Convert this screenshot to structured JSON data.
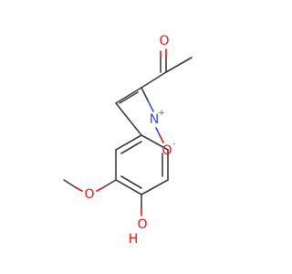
{
  "molecule": {
    "atoms": {
      "ketone_o": {
        "symbol": "O",
        "charge": "",
        "element": "O"
      },
      "nitro_n": {
        "symbol": "N",
        "charge": "+",
        "element": "N"
      },
      "nitro_o_minus": {
        "symbol": "O",
        "charge": "-",
        "element": "O"
      },
      "methoxy_o": {
        "symbol": "O",
        "charge": "",
        "element": "O"
      },
      "hydroxyl_o": {
        "symbol": "O",
        "charge": "",
        "element": "O"
      },
      "hydroxyl_h": {
        "symbol": "H",
        "charge": "",
        "element": "H"
      }
    },
    "colors": {
      "carbon": "#3d3d3d",
      "oxygen": "#ff0d0d",
      "nitrogen": "#3050f8",
      "background": "#ffffff"
    }
  }
}
